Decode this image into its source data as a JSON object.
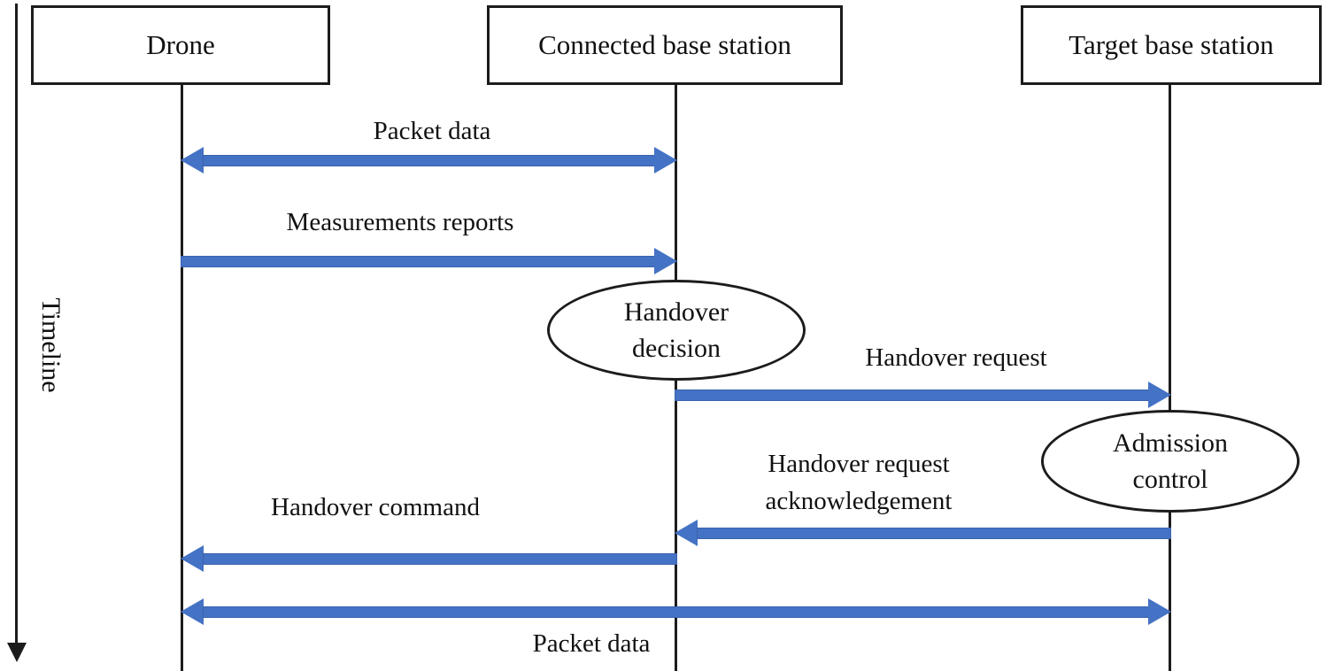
{
  "diagram": {
    "timeline_label": "Timeline",
    "actors": [
      {
        "label": "Drone"
      },
      {
        "label": "Connected base station"
      },
      {
        "label": "Target base station"
      }
    ],
    "messages": [
      {
        "label": "Packet data",
        "from": "Drone",
        "to": "Connected base station",
        "direction": "bidirectional"
      },
      {
        "label": "Measurements reports",
        "from": "Drone",
        "to": "Connected base station",
        "direction": "right"
      },
      {
        "label": "Handover request",
        "from": "Connected base station",
        "to": "Target base station",
        "direction": "right"
      },
      {
        "label": "Handover request acknowledgement",
        "lines": [
          "Handover request",
          "acknowledgement"
        ],
        "from": "Target base station",
        "to": "Connected base station",
        "direction": "left"
      },
      {
        "label": "Handover command",
        "from": "Connected base station",
        "to": "Drone",
        "direction": "left"
      },
      {
        "label": "Packet data",
        "from": "Drone",
        "to": "Target base station",
        "direction": "bidirectional"
      }
    ],
    "processes": [
      {
        "label": "Handover decision",
        "lines": [
          "Handover",
          "decision"
        ],
        "on": "Connected base station"
      },
      {
        "label": "Admission control",
        "lines": [
          "Admission",
          "control"
        ],
        "on": "Target base station"
      }
    ],
    "colors": {
      "arrow_fill": "#4472C4",
      "arrow_edge": "#3A62AE",
      "line": "#1C1C1C",
      "background": "#FFFFFF"
    }
  }
}
